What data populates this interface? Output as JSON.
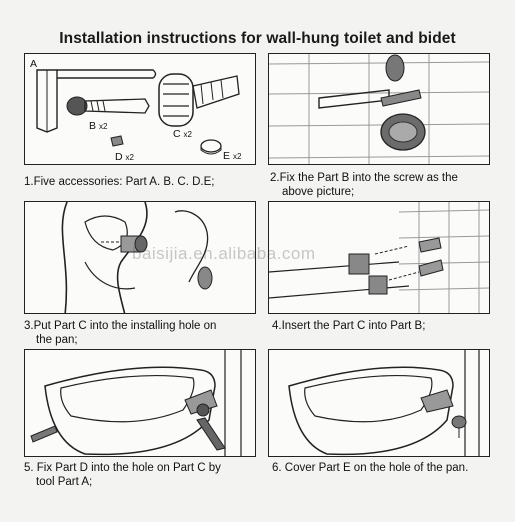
{
  "title": "Installation instructions for wall-hung toilet and bidet",
  "watermark": "baisijia.en.alibaba.com",
  "parts": {
    "a": "A",
    "b": "B",
    "b_qty": "x2",
    "c": "C",
    "c_qty": "x2",
    "d": "D",
    "d_qty": "x2",
    "e": "E",
    "e_qty": "x2"
  },
  "steps": [
    {
      "line1": "1.Five accessories: Part A. B. C. D.E;",
      "line2": ""
    },
    {
      "line1": "2.Fix the Part B into the screw as the",
      "line2": "above picture;"
    },
    {
      "line1": "3.Put Part C into the installing hole on",
      "line2": "the pan;"
    },
    {
      "line1": "4.Insert the Part C into Part B;",
      "line2": ""
    },
    {
      "line1": "5. Fix Part D into the hole on Part C by",
      "line2": "tool Part A;"
    },
    {
      "line1": "6. Cover Part E on the hole of the pan.",
      "line2": ""
    }
  ]
}
